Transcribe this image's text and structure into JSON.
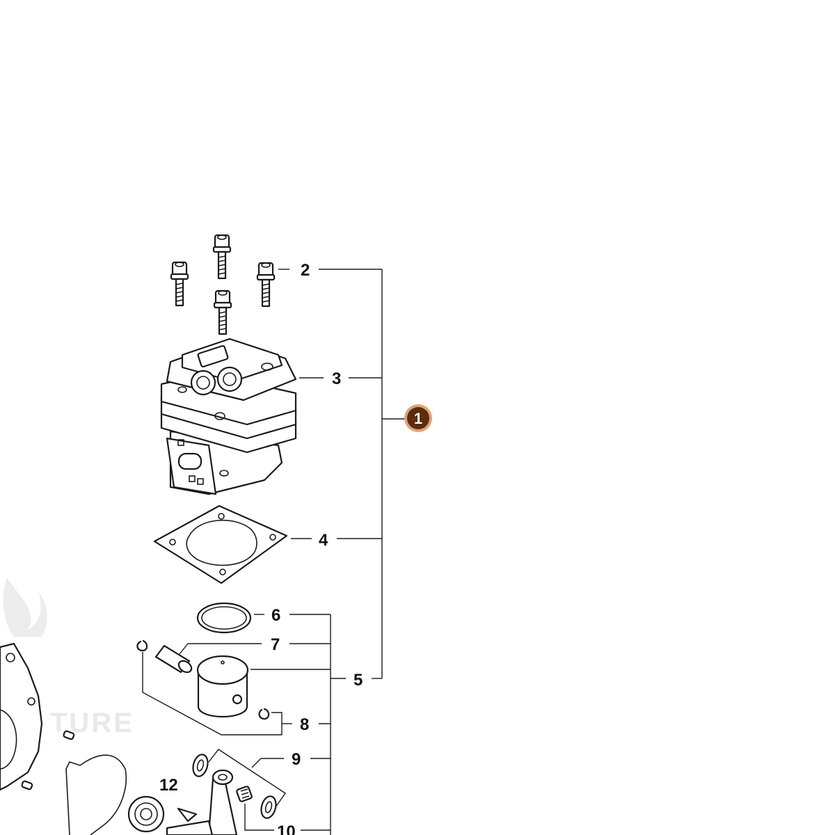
{
  "diagram": {
    "callouts": [
      {
        "id": "2",
        "label": "2"
      },
      {
        "id": "3",
        "label": "3"
      },
      {
        "id": "4",
        "label": "4"
      },
      {
        "id": "5",
        "label": "5"
      },
      {
        "id": "6",
        "label": "6"
      },
      {
        "id": "7",
        "label": "7"
      },
      {
        "id": "8",
        "label": "8"
      },
      {
        "id": "9",
        "label": "9"
      },
      {
        "id": "10",
        "label": "10"
      },
      {
        "id": "12",
        "label": "12"
      }
    ],
    "assembly_badge": {
      "label": "1",
      "color": "#5a2d0c",
      "ring_color": "#e0a472"
    },
    "watermark": {
      "text": "TURE"
    }
  }
}
